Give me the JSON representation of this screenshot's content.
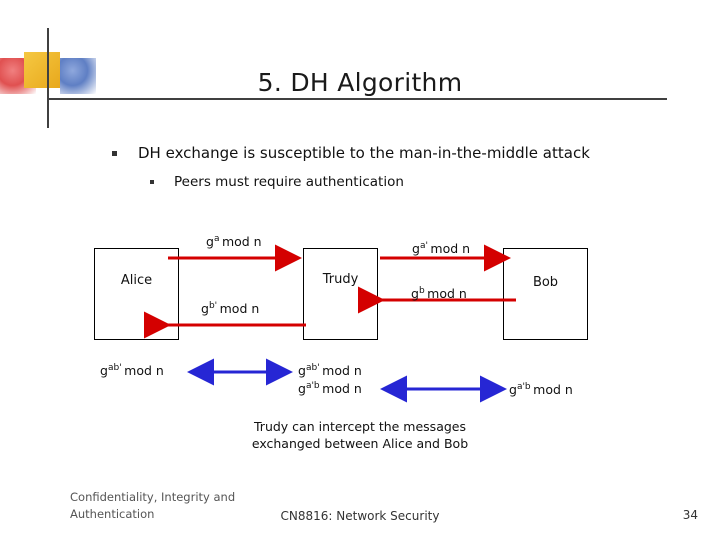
{
  "slide": {
    "title": "5. DH Algorithm",
    "bullets": [
      {
        "level": 1,
        "text": "DH exchange is susceptible to the man-in-the-middle attack"
      },
      {
        "level": 2,
        "text": "Peers must require authentication"
      }
    ],
    "caption_line1": "Trudy can intercept the messages",
    "caption_line2": "exchanged between Alice and Bob"
  },
  "diagram": {
    "nodes": [
      {
        "id": "alice",
        "label": "Alice"
      },
      {
        "id": "trudy",
        "label": "Trudy"
      },
      {
        "id": "bob",
        "label": "Bob"
      }
    ],
    "labels": {
      "ga_mod_n": "ga mod n",
      "ga_prime_mod_n": "ga' mod n",
      "gb_prime_mod_n": "gb' mod n",
      "gb_mod_n": "gb mod n",
      "gab_prime_mod_n": "gab' mod n",
      "gab_prime_mod_n_2": "gab' mod n",
      "ga_prime_b_mod_n": "ga'b mod n",
      "ga_prime_b_mod_n_2": "ga'b mod n"
    },
    "colors": {
      "red_arrow": "#d40000",
      "blue_arrow": "#2626d4",
      "box_border": "#000000"
    }
  },
  "footer": {
    "left_line1": "Confidentiality, Integrity and",
    "left_line2": "Authentication",
    "center": "CN8816: Network Security",
    "page": "34"
  }
}
